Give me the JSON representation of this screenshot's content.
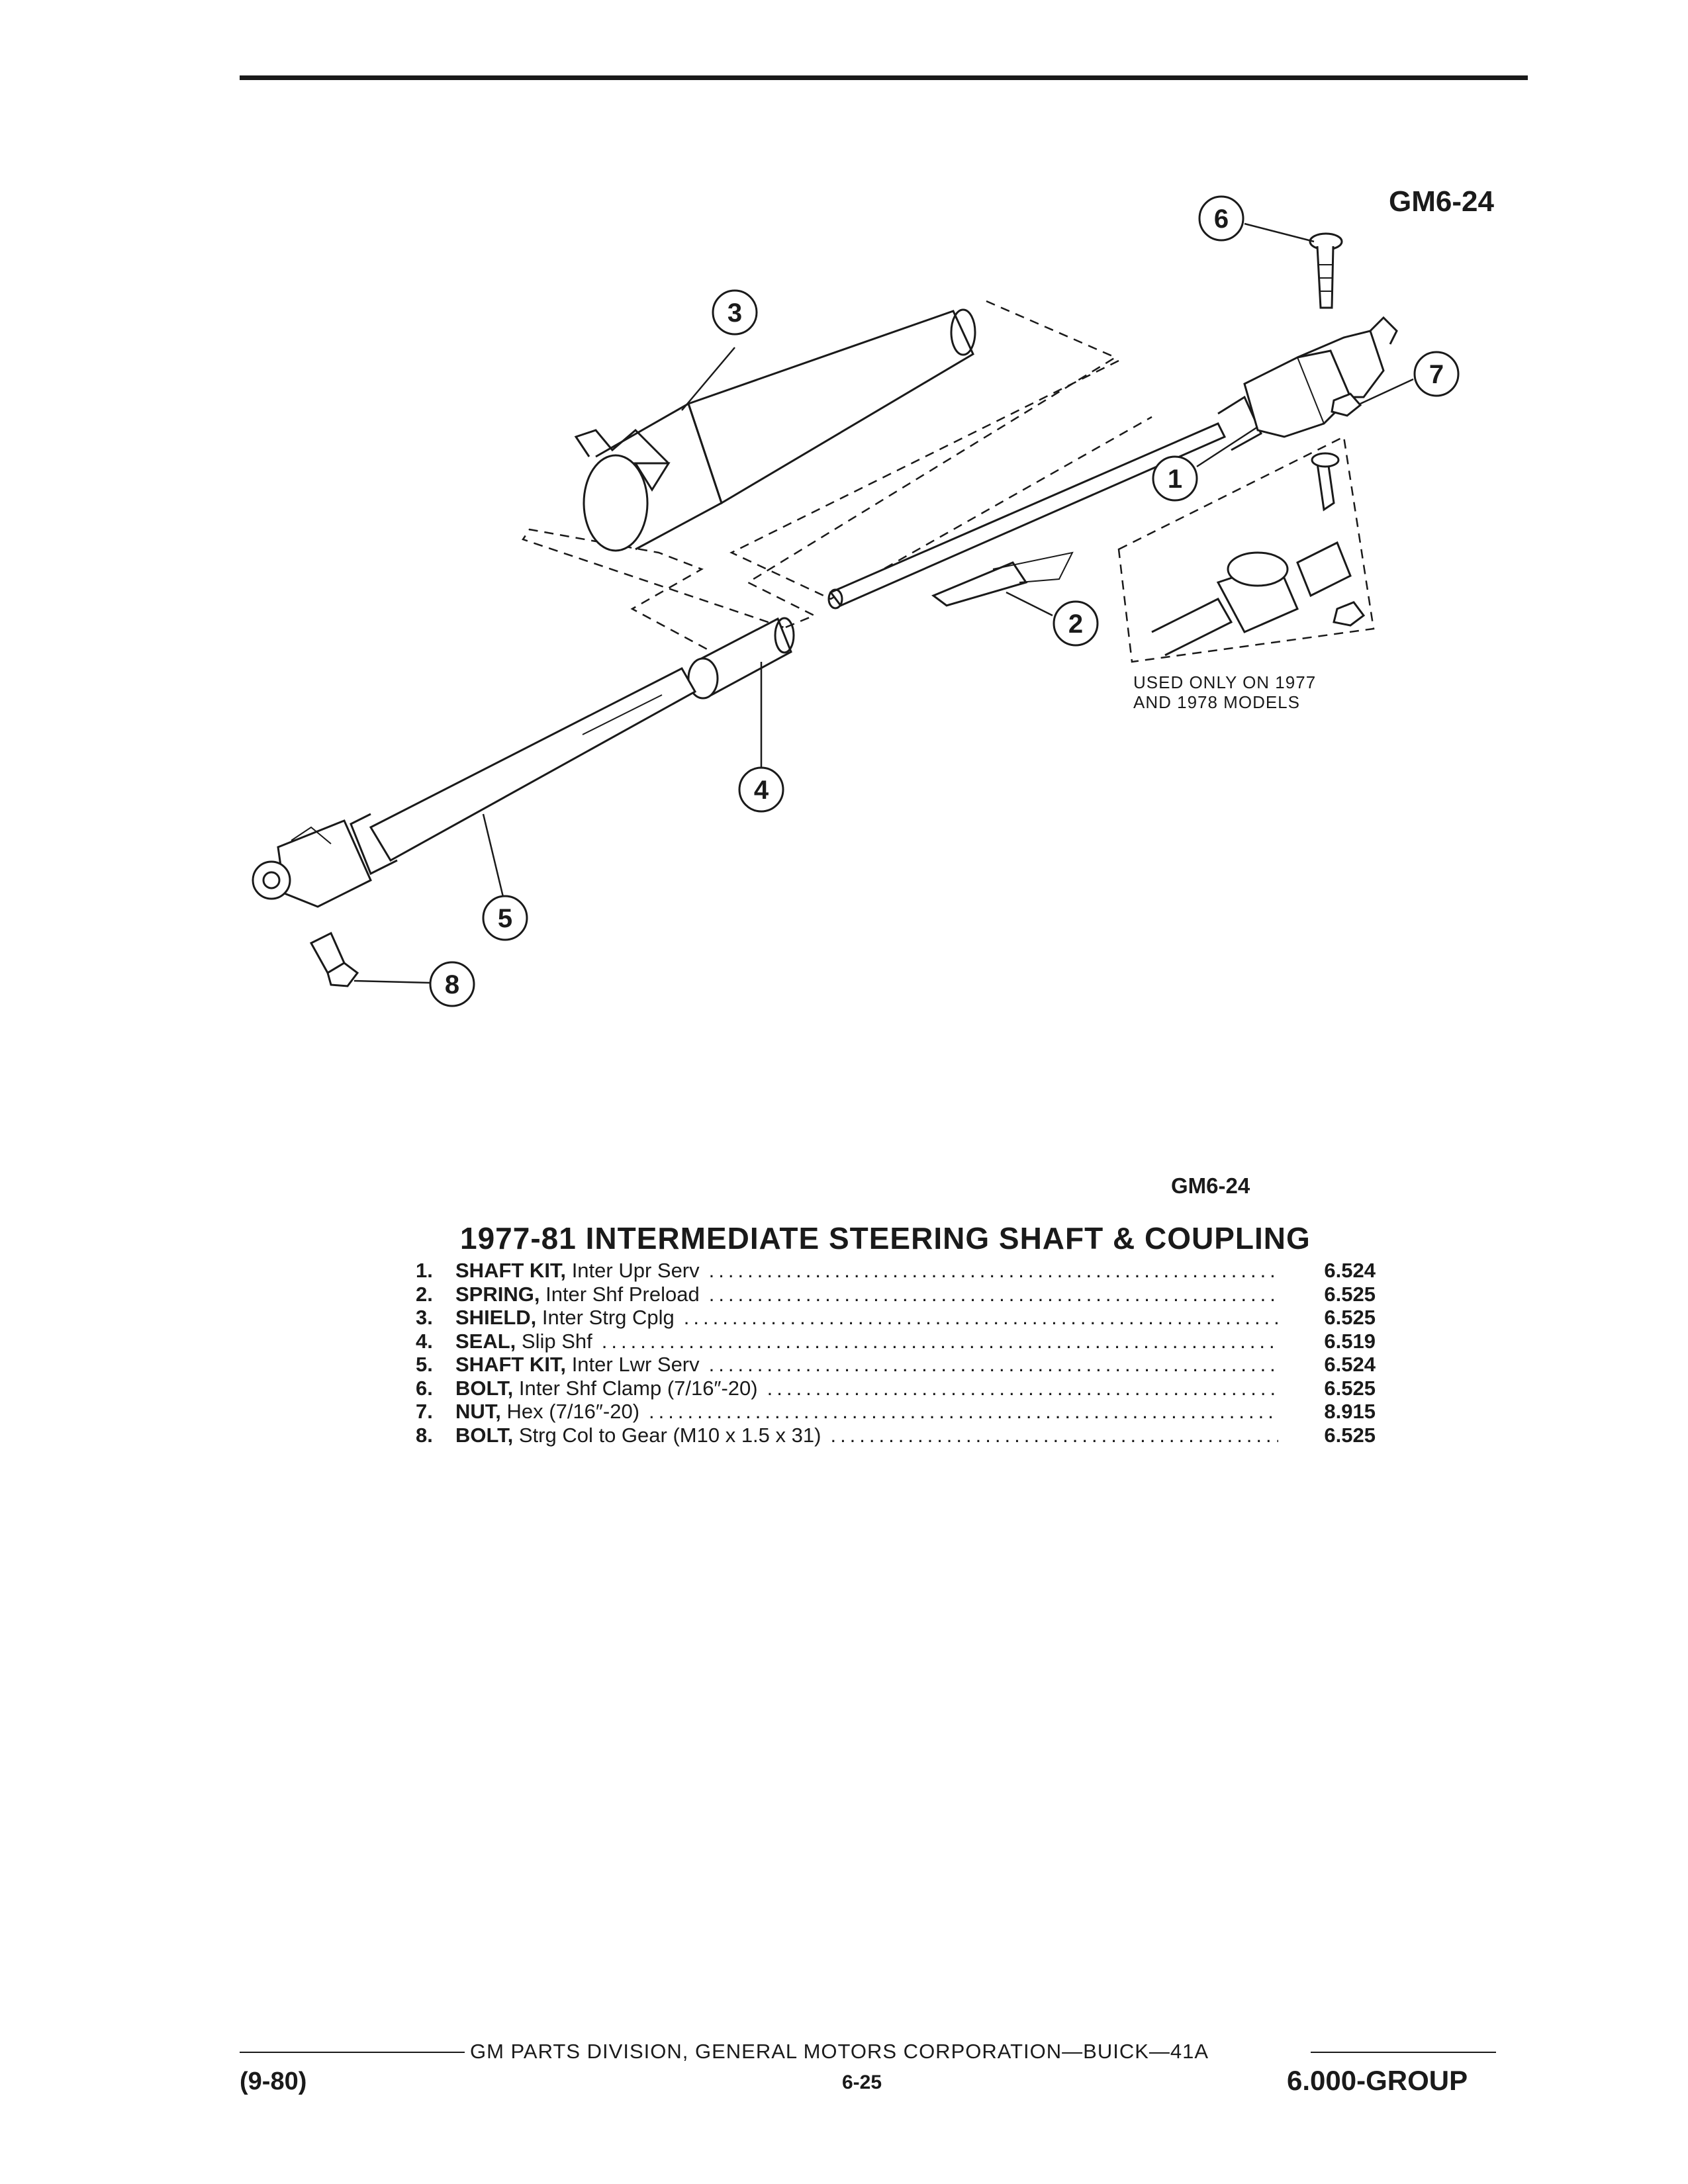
{
  "figure": {
    "code_top": "GM6-24",
    "code_mid": "GM6-24",
    "note": [
      "USED ONLY ON 1977",
      "AND 1978 MODELS"
    ],
    "callouts": [
      "1",
      "2",
      "3",
      "4",
      "5",
      "6",
      "7",
      "8"
    ]
  },
  "parts": {
    "title": "1977-81 INTERMEDIATE STEERING SHAFT & COUPLING",
    "items": [
      {
        "num": "1.",
        "name": "SHAFT KIT,",
        "desc": "Inter Upr Serv",
        "code": "6.524"
      },
      {
        "num": "2.",
        "name": "SPRING,",
        "desc": "Inter Shf Preload",
        "code": "6.525"
      },
      {
        "num": "3.",
        "name": "SHIELD,",
        "desc": "Inter Strg Cplg",
        "code": "6.525"
      },
      {
        "num": "4.",
        "name": "SEAL,",
        "desc": "Slip Shf",
        "code": "6.519"
      },
      {
        "num": "5.",
        "name": "SHAFT KIT,",
        "desc": "Inter Lwr Serv",
        "code": "6.524"
      },
      {
        "num": "6.",
        "name": "BOLT,",
        "desc": "Inter Shf Clamp (7/16″-20)",
        "code": "6.525"
      },
      {
        "num": "7.",
        "name": "NUT,",
        "desc": "Hex (7/16″-20)",
        "code": "8.915"
      },
      {
        "num": "8.",
        "name": "BOLT,",
        "desc": "Strg Col to Gear (M10 x 1.5 x 31)",
        "code": "6.525"
      }
    ]
  },
  "footer": {
    "center": "GM PARTS DIVISION, GENERAL MOTORS CORPORATION—BUICK—41A",
    "date": "(9-80)",
    "page": "6-25",
    "group": "6.000-GROUP"
  }
}
